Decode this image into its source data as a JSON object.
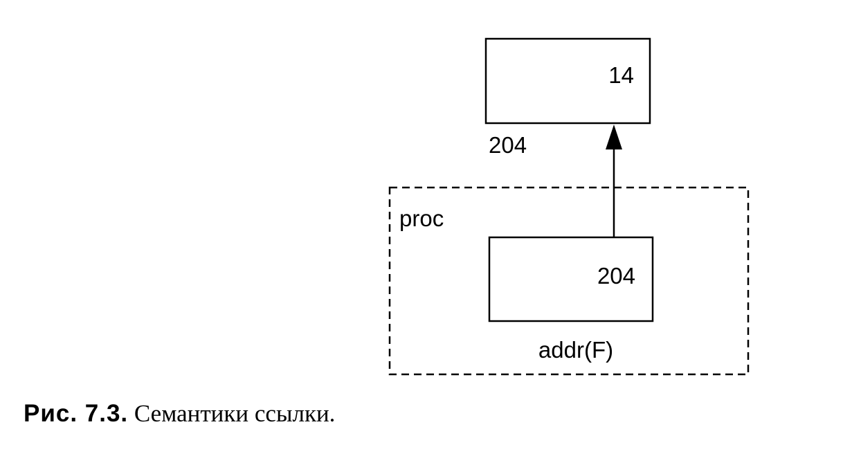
{
  "diagram": {
    "top_cell": {
      "value": "14",
      "address": "204"
    },
    "procedure": {
      "label": "proc",
      "cell": {
        "value": "204",
        "name": "addr(F)"
      }
    }
  },
  "caption": {
    "label": "Рис. 7.3.",
    "text": "Семантики ссылки."
  },
  "colors": {
    "ink": "#000000",
    "background": "#ffffff"
  }
}
